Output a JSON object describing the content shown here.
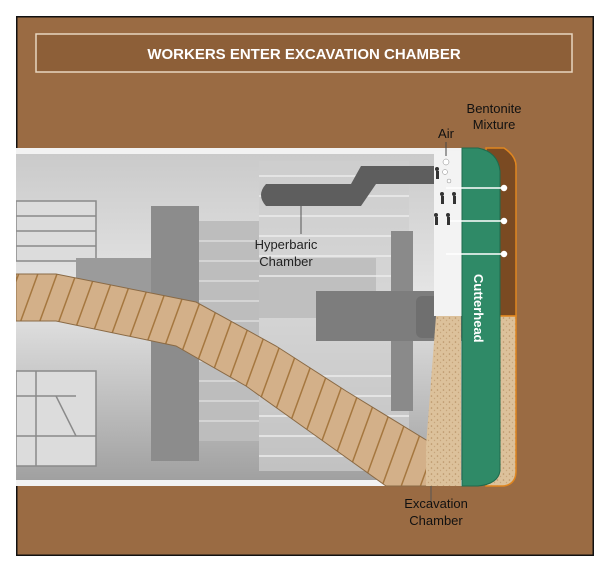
{
  "title": "WORKERS ENTER EXCAVATION CHAMBER",
  "labels": {
    "air": "Air",
    "bentonite_line1": "Bentonite",
    "bentonite_line2": "Mixture",
    "hyperbaric_line1": "Hyperbaric",
    "hyperbaric_line2": "Chamber",
    "cutterhead": "Cutterhead",
    "excavation_line1": "Excavation",
    "excavation_line2": "Chamber"
  },
  "colors": {
    "soil": "#9a6b43",
    "banner": "#8d5f38",
    "machine_light": "#d9d9d9",
    "machine_mid": "#a8a8a8",
    "machine_dark": "#6b6b6b",
    "conveyor": "#cfae88",
    "cutterhead": "#2f8a67",
    "bentonite": "#7a4a22",
    "sand": "#d9bf9a"
  }
}
